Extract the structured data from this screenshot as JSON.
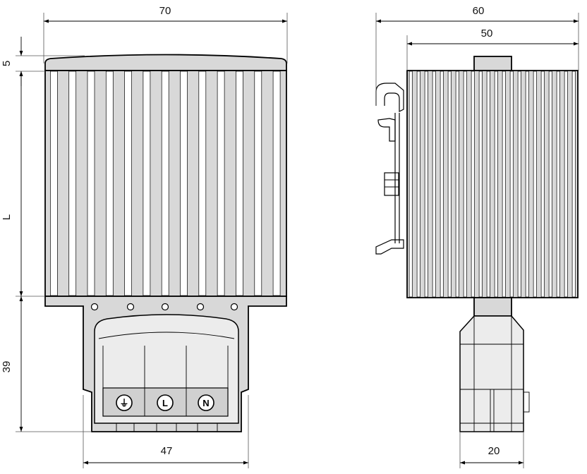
{
  "dimensions": {
    "front_width": "70",
    "top_offset": "5",
    "body_length": "L",
    "terminal_height": "39",
    "terminal_width": "47",
    "side_depth_total": "60",
    "side_depth_body": "50",
    "side_terminal_width": "20"
  },
  "terminals": {
    "earth": "⏚",
    "line": "L",
    "neutral": "N"
  },
  "colors": {
    "line": "#000000",
    "fill": "#d8d8d8",
    "background": "#ffffff"
  }
}
